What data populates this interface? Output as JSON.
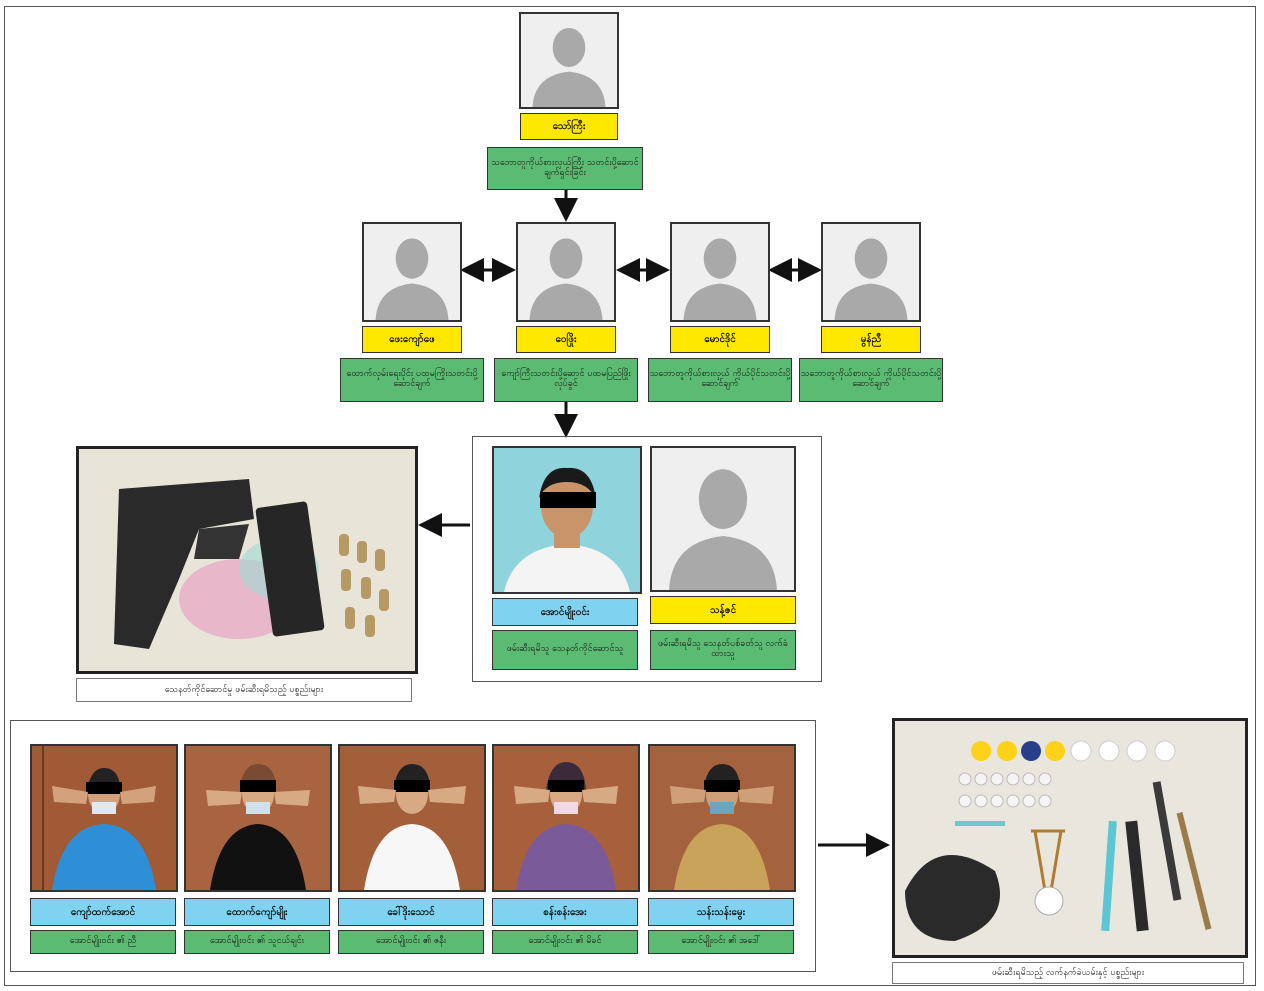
{
  "top": {
    "name": "သော်ကြီး",
    "desc": "သဘောတူကိုယ်စားလှယ်ကြီး သတင်းပို့ဆောင်ချက်ရှင်းခြင်း"
  },
  "row2": [
    {
      "name": "ဖေးကျော်ဖေ",
      "desc": "ထောက်လှမ်းရေးပိုင်း ပထမကြိုးသတင်းပို့ဆောင်ချက်"
    },
    {
      "name": "ဝေဖြိုး",
      "desc": "ကျော်ကြီးသတင်းပို့ဆောင် ပထမပြည်ဖြိုးလုပ်ခွင်"
    },
    {
      "name": "မောင်ဒိုင်",
      "desc": "သဘောတူကိုယ်စားလှယ် ကိုယ်ပိုင်သတင်းပို့ဆောင်ချက်"
    },
    {
      "name": "မွန်ညီ",
      "desc": "သဘောတူကိုယ်စားလှယ် ကိုယ်ပိုင်သတင်းပို့ဆောင်ချက်"
    }
  ],
  "row3": [
    {
      "name": "အောင်မျိုးဝင်း",
      "desc": "ဖမ်းဆီးရမိသူ သေနတ်ကိုင်ဆောင်သူ"
    },
    {
      "name": "သန့်ဇင်",
      "desc": "ဖမ်းဆီးရမိသူ သေနတ်ပစ်ခတ်သူ လက်ခံထားသူ"
    }
  ],
  "gun_caption": "သေနတ်ကိုင်ဆောင်မှု ဖမ်းဆီးရမိသည့် ပစ္စည်းများ",
  "row4": [
    {
      "name": "ကျော်ထက်အောင်",
      "desc": "အောင်မျိုးဝင်း ၏ ညီ"
    },
    {
      "name": "ထောက်ကျော်မျိုး",
      "desc": "အောင်မျိုးဝင်း ၏ သူငယ်ချင်း"
    },
    {
      "name": "ခေါ်ဒိုးသောင်",
      "desc": "အောင်မျိုးဝင်း ၏ ဇနီး"
    },
    {
      "name": "စန်းစန်းအေး",
      "desc": "အောင်မျိုးဝင်း ၏ မိခင်"
    },
    {
      "name": "သန်းသန်းမွေး",
      "desc": "အောင်မျိုးဝင်း ၏ အဒေါ်"
    }
  ],
  "items_caption": "ဖမ်းဆီးရမိသည့် လက်နက်ခဲယမ်းနှင့် ပစ္စည်းများ"
}
